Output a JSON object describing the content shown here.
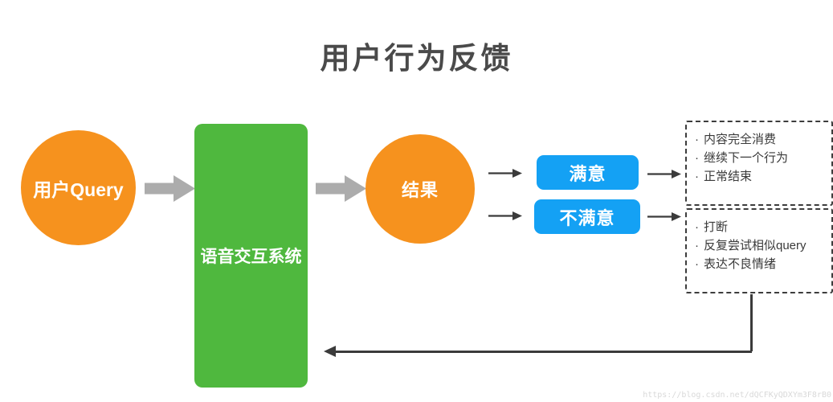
{
  "title": "用户行为反馈",
  "nodes": {
    "user_query": {
      "label": "用户Query"
    },
    "voice_system": {
      "label": "语音交互系统"
    },
    "result": {
      "label": "结果"
    },
    "satisfied": {
      "label": "满意"
    },
    "unsatisfied": {
      "label": "不满意"
    }
  },
  "outcomes": {
    "satisfied": {
      "items": [
        "内容完全消费",
        "继续下一个行为",
        "正常结束"
      ]
    },
    "unsatisfied": {
      "items": [
        "打断",
        "反复尝试相似query",
        "表达不良情绪"
      ]
    }
  },
  "bullet": "·",
  "watermark": "https://blog.csdn.net/dQCFKyQDXYm3F8rB0",
  "colors": {
    "orange": "#f6921e",
    "green": "#4fb83e",
    "blue": "#14a1f4",
    "arrow_gray": "#acacac",
    "arrow_dark": "#3b3b3b",
    "title_text": "#4a4a4a"
  }
}
